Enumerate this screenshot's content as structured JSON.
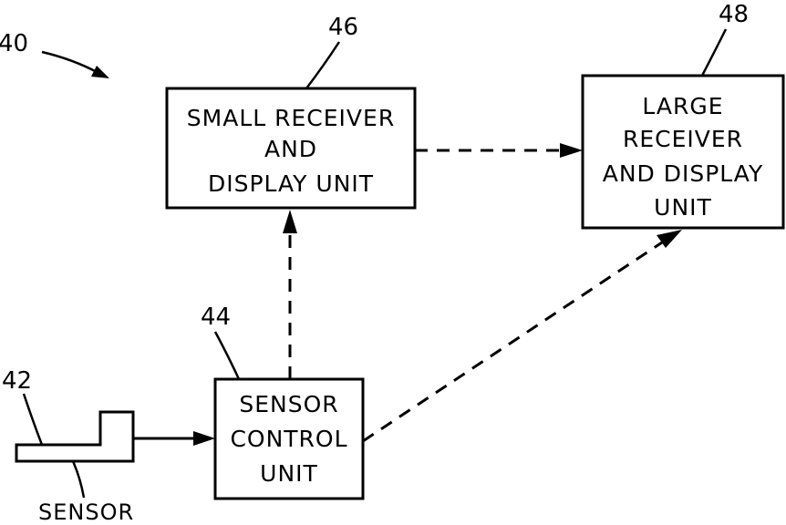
{
  "figure": {
    "reference": "40"
  },
  "boxes": {
    "small_receiver": {
      "reference": "46",
      "lines": [
        "SMALL RECEIVER",
        "AND",
        "DISPLAY UNIT"
      ]
    },
    "large_receiver": {
      "reference": "48",
      "lines": [
        "LARGE",
        "RECEIVER",
        "AND DISPLAY",
        "UNIT"
      ]
    },
    "sensor_control": {
      "reference": "44",
      "lines": [
        "SENSOR",
        "CONTROL",
        "UNIT"
      ]
    }
  },
  "sensor": {
    "reference": "42",
    "label": "SENSOR"
  },
  "connections": [
    {
      "from": "sensor",
      "to": "sensor_control",
      "style": "solid"
    },
    {
      "from": "sensor_control",
      "to": "small_receiver",
      "style": "dashed"
    },
    {
      "from": "sensor_control",
      "to": "large_receiver",
      "style": "dashed"
    },
    {
      "from": "small_receiver",
      "to": "large_receiver",
      "style": "dashed"
    }
  ]
}
